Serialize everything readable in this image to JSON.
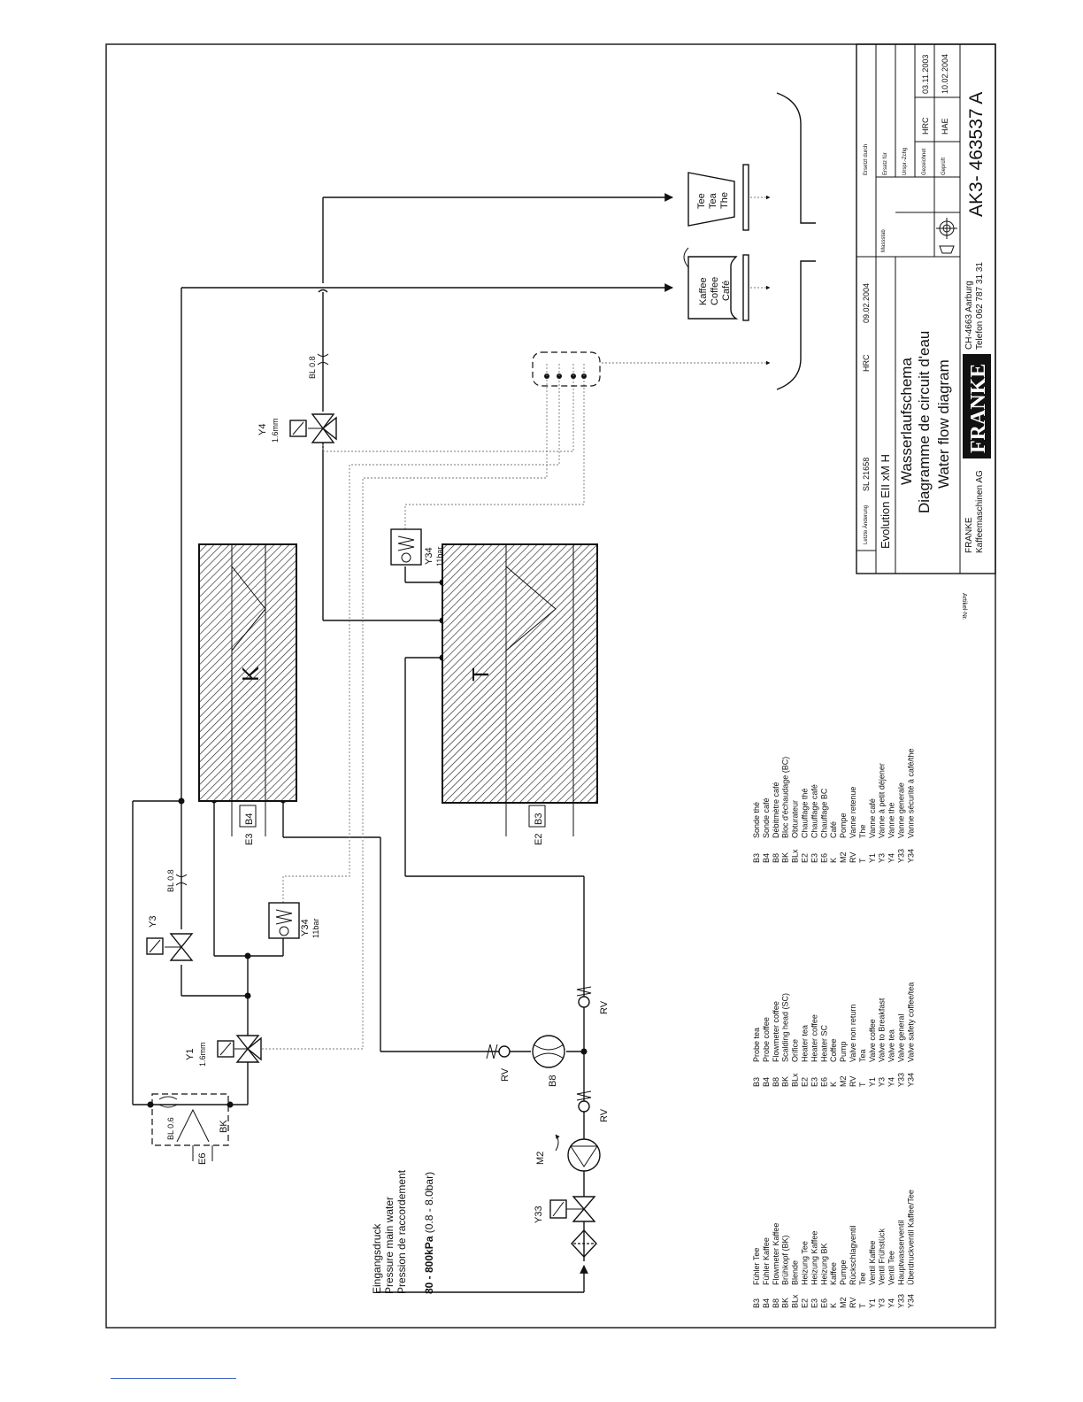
{
  "inlet": {
    "line1": "Eingangsdruck",
    "line2": "Pressure main water",
    "line3": "Pression de raccordement",
    "pressure_bold": "80 - 800kPa",
    "pressure_rest": " (0.8 - 8.0bar)"
  },
  "labels": {
    "Y33": "Y33",
    "M2": "M2",
    "RV": "RV",
    "B8": "B8",
    "Y1": "Y1",
    "Y1_size": "1.6mm",
    "Y3": "Y3",
    "Y4": "Y4",
    "Y4_size": "1.6mm",
    "Y34": "Y34",
    "Y34_pressure": "11bar",
    "BL06": "BL 0.6",
    "BL08": "BL 0.8",
    "BK": "BK",
    "E6": "E6",
    "E3": "E3",
    "B4": "B4",
    "E2": "E2",
    "B3": "B3",
    "K": "K",
    "T": "T"
  },
  "outlets": {
    "coffee": [
      "Kaffee",
      "Coffee",
      "Café"
    ],
    "tea": [
      "Tee",
      "Tea",
      "The"
    ]
  },
  "legend": {
    "codes": [
      "B3",
      "B4",
      "B8",
      "BK",
      "BLx",
      "E2",
      "E3",
      "E6",
      "K",
      "M2",
      "RV",
      "T",
      "Y1",
      "Y3",
      "Y4",
      "Y33",
      "Y34"
    ],
    "german": [
      "Fühler Tee",
      "Fühler Kaffee",
      "Flowmeter Kaffee",
      "Brühkopf (BK)",
      "Blende",
      "Heizung Tee",
      "Heizung Kaffee",
      "Heizung BK",
      "Kaffee",
      "Pumpe",
      "Rückschlagventil",
      "Tee",
      "Ventil Kaffee",
      "Ventil Frühstück",
      "Ventil Tee",
      "Hauptwasserventil",
      "Überdruckventil Kaffee/Tee"
    ],
    "english": [
      "Probe tea",
      "Probe coffee",
      "Flowmeter coffee",
      "Scalding head (SC)",
      "Orifice",
      "Heater tea",
      "Heater coffee",
      "Heater SC",
      "Coffee",
      "Pump",
      "Valve non return",
      "Tea",
      "Valve coffee",
      "Valve to Breakfast",
      "Valve tea",
      "Valve general",
      "Valve safety coffee/tea"
    ],
    "french": [
      "Sonde thé",
      "Sonde café",
      "Débitmètre café",
      "Bloc d'échaudage (BC)",
      "Obturateur",
      "Chauffage thé",
      "Chauffage café",
      "Chauffage BC",
      "Café",
      "Pompe",
      "Vanne retenue",
      "The",
      "Vanne café",
      "Vanne à petit déjener",
      "Vanne the",
      "Vanne generale",
      "Vanne sécurité à café/the"
    ]
  },
  "title_block": {
    "last_change_label": "Letzte Änderung",
    "sl": "SL 21658",
    "hrc": "HRC",
    "change_date": "09.02.2004",
    "model": "Evolution EII xM H",
    "title_de": "Wasserlaufschema",
    "title_fr": "Diagramme de circuit d'eau",
    "title_en": "Water flow diagram",
    "company1": "FRANKE",
    "company2": "Kaffeemaschinen AG",
    "logo": "FRANKE",
    "address": "CH-4663 Aarburg",
    "phone": "Telefon 062 787 31 31",
    "scale_label": "Massstab",
    "replaced_by": "Ersetzt durch",
    "replaces": "Ersatz für",
    "origin": "Urspr.-Zchg",
    "drawn": "Gezeichnet",
    "checked": "Geprüft",
    "drawn_by": "HRC",
    "checked_by": "HAE",
    "drawn_date": "03.11.2003",
    "checked_date": "10.02.2004",
    "doc_number": "AK3- 463537 A",
    "article_label": "Artikel-Nr."
  }
}
